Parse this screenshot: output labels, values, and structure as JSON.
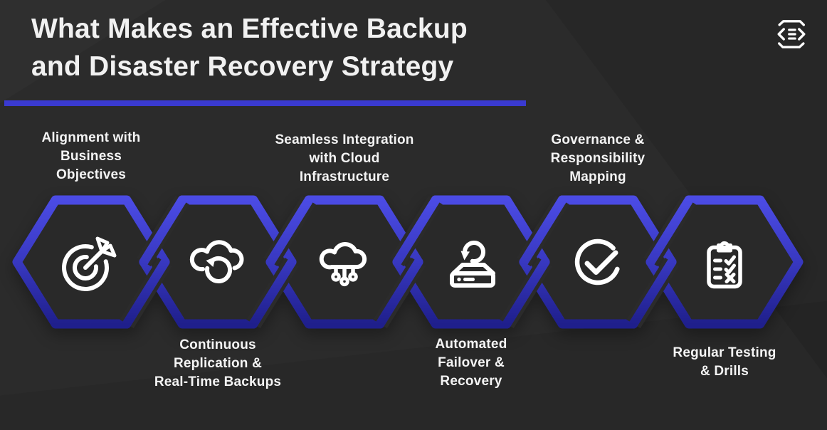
{
  "header": {
    "title": "What Makes an Effective Backup\nand Disaster Recovery Strategy",
    "logo": "hexagon-code-logo"
  },
  "colors": {
    "background": "#2b2b2b",
    "title_text": "#f1f1f1",
    "label_text": "#f4f4f4",
    "accent_underline": "#3a3ad0",
    "hexagon_gradient_top": "#4b4be4",
    "hexagon_gradient_bottom": "#1f1f8c",
    "icon_stroke": "#ffffff"
  },
  "items": [
    {
      "label": "Alignment with\nBusiness\nObjectives",
      "icon": "target-goal-icon"
    },
    {
      "label": "Continuous\nReplication &\nReal-Time Backups",
      "icon": "cloud-sync-icon"
    },
    {
      "label": "Seamless Integration\nwith Cloud\nInfrastructure",
      "icon": "cloud-network-icon"
    },
    {
      "label": "Automated\nFailover &\nRecovery",
      "icon": "server-restore-icon"
    },
    {
      "label": "Governance &\nResponsibility\nMapping",
      "icon": "check-circle-icon"
    },
    {
      "label": "Regular Testing\n& Drills",
      "icon": "clipboard-checklist-icon"
    }
  ]
}
